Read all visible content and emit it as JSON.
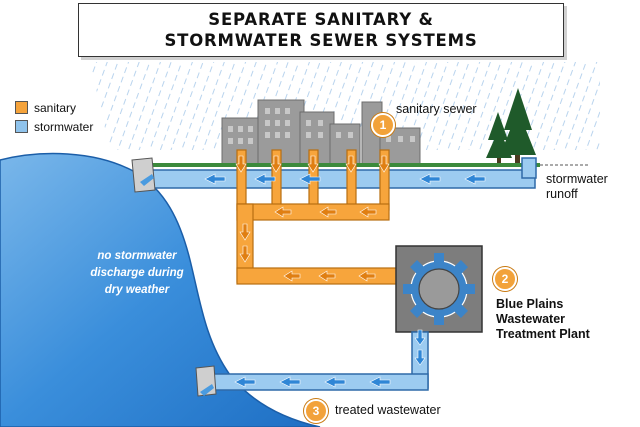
{
  "title": {
    "line1": "SEPARATE SANITARY &",
    "line2": "STORMWATER SEWER SYSTEMS"
  },
  "legend": {
    "sanitary": {
      "label": "sanitary",
      "color": "#f5a33b"
    },
    "stormwater": {
      "label": "stormwater",
      "color": "#8fc3ec"
    }
  },
  "labels": {
    "sanitary_sewer": "sanitary sewer",
    "stormwater_runoff_1": "stormwater",
    "stormwater_runoff_2": "runoff",
    "no_discharge_1": "no stormwater",
    "no_discharge_2": "discharge during",
    "no_discharge_3": "dry weather",
    "plant_1": "Blue Plains",
    "plant_2": "Wastewater",
    "plant_3": "Treatment Plant",
    "treated": "treated wastewater"
  },
  "badges": {
    "one": "1",
    "two": "2",
    "three": "3"
  },
  "colors": {
    "river": "#2f86d6",
    "pipe_blue": "#9ccbf0",
    "pipe_orange": "#f7a53c",
    "buildings": "#9a9a9a",
    "plant": "#777777",
    "trees": "#1f5a2a",
    "ground": "#3c8a3c"
  }
}
